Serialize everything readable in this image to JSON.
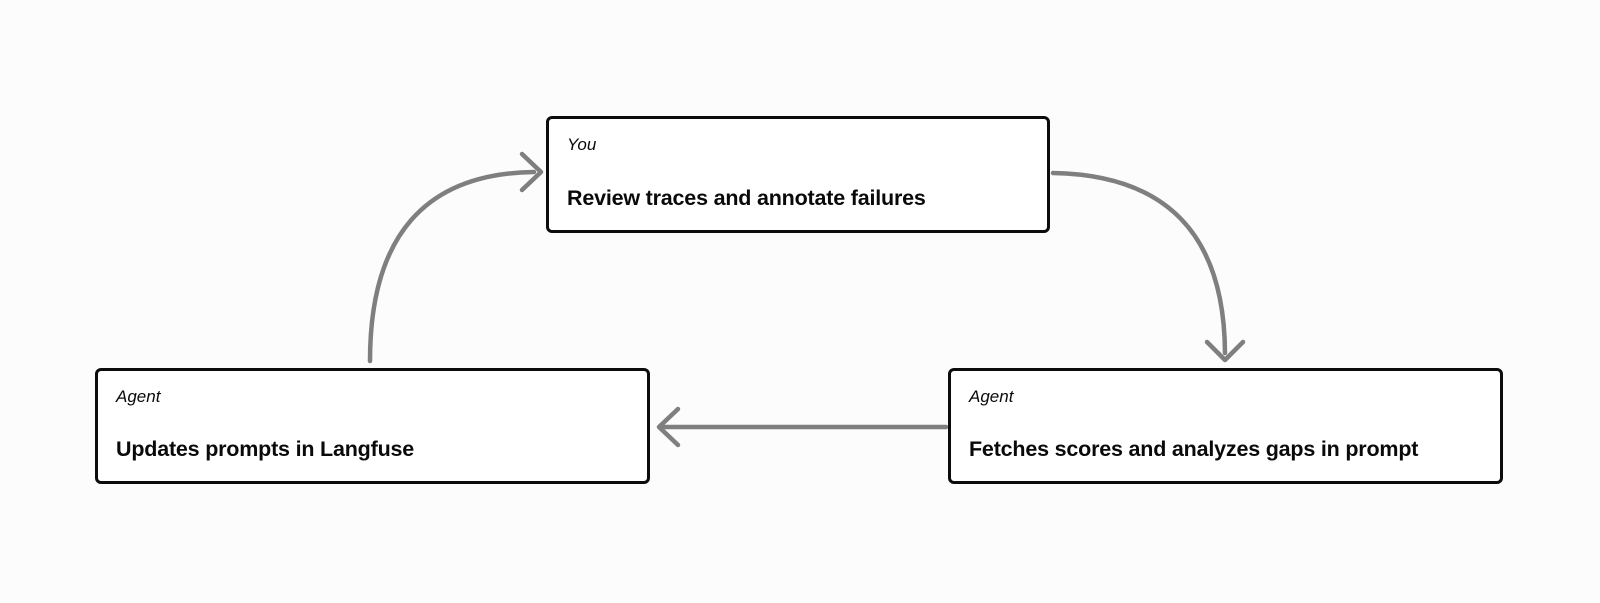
{
  "diagram": {
    "colors": {
      "background": "#fcfcfc",
      "box_bg": "#ffffff",
      "border": "#0c0c0c",
      "text": "#0a0a0a",
      "arrow": "#7f7f7f"
    },
    "nodes": {
      "review": {
        "role_label": "You",
        "title": "Review traces and annotate failures"
      },
      "fetch": {
        "role_label": "Agent",
        "title": "Fetches scores and analyzes gaps in prompt"
      },
      "update": {
        "role_label": "Agent",
        "title": "Updates prompts in Langfuse"
      }
    },
    "edges": [
      {
        "from": "update",
        "to": "review",
        "shape": "curved",
        "direction": "up-right"
      },
      {
        "from": "review",
        "to": "fetch",
        "shape": "curved",
        "direction": "down-right"
      },
      {
        "from": "fetch",
        "to": "update",
        "shape": "straight",
        "direction": "left"
      }
    ]
  }
}
